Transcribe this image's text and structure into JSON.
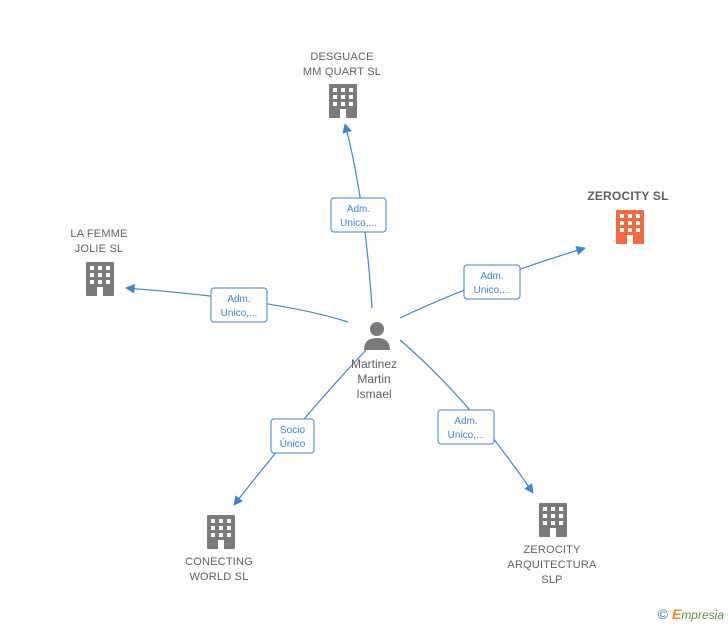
{
  "center": {
    "name_lines": [
      "Martinez",
      "Martin",
      "Ismael"
    ]
  },
  "companies": [
    {
      "id": "desguace",
      "lines": [
        "DESGUACE",
        "MM QUART  SL"
      ],
      "highlight": false
    },
    {
      "id": "zerocity",
      "lines": [
        "ZEROCITY  SL"
      ],
      "highlight": true
    },
    {
      "id": "lafemme",
      "lines": [
        "LA FEMME",
        "JOLIE  SL"
      ],
      "highlight": false
    },
    {
      "id": "conecting",
      "lines": [
        "CONECTING",
        "WORLD  SL"
      ],
      "highlight": false
    },
    {
      "id": "zerocity-arq",
      "lines": [
        "ZEROCITY",
        "ARQUITECTURA",
        "SLP"
      ],
      "highlight": false
    }
  ],
  "relations": [
    {
      "to": "desguace",
      "label_lines": [
        "Adm.",
        "Unico,..."
      ]
    },
    {
      "to": "zerocity",
      "label_lines": [
        "Adm.",
        "Unico,..."
      ]
    },
    {
      "to": "lafemme",
      "label_lines": [
        "Adm.",
        "Unico,..."
      ]
    },
    {
      "to": "conecting",
      "label_lines": [
        "Socio",
        "Único"
      ]
    },
    {
      "to": "zerocity-arq",
      "label_lines": [
        "Adm.",
        "Unico,..."
      ]
    }
  ],
  "colors": {
    "edge": "#3b86d4",
    "building": "#7a7a7a",
    "building_highlight": "#f26a3d",
    "person": "#7a7a7a"
  },
  "footer": {
    "copyright": "©",
    "brand_initial": "E",
    "brand_rest": "mpresia"
  }
}
